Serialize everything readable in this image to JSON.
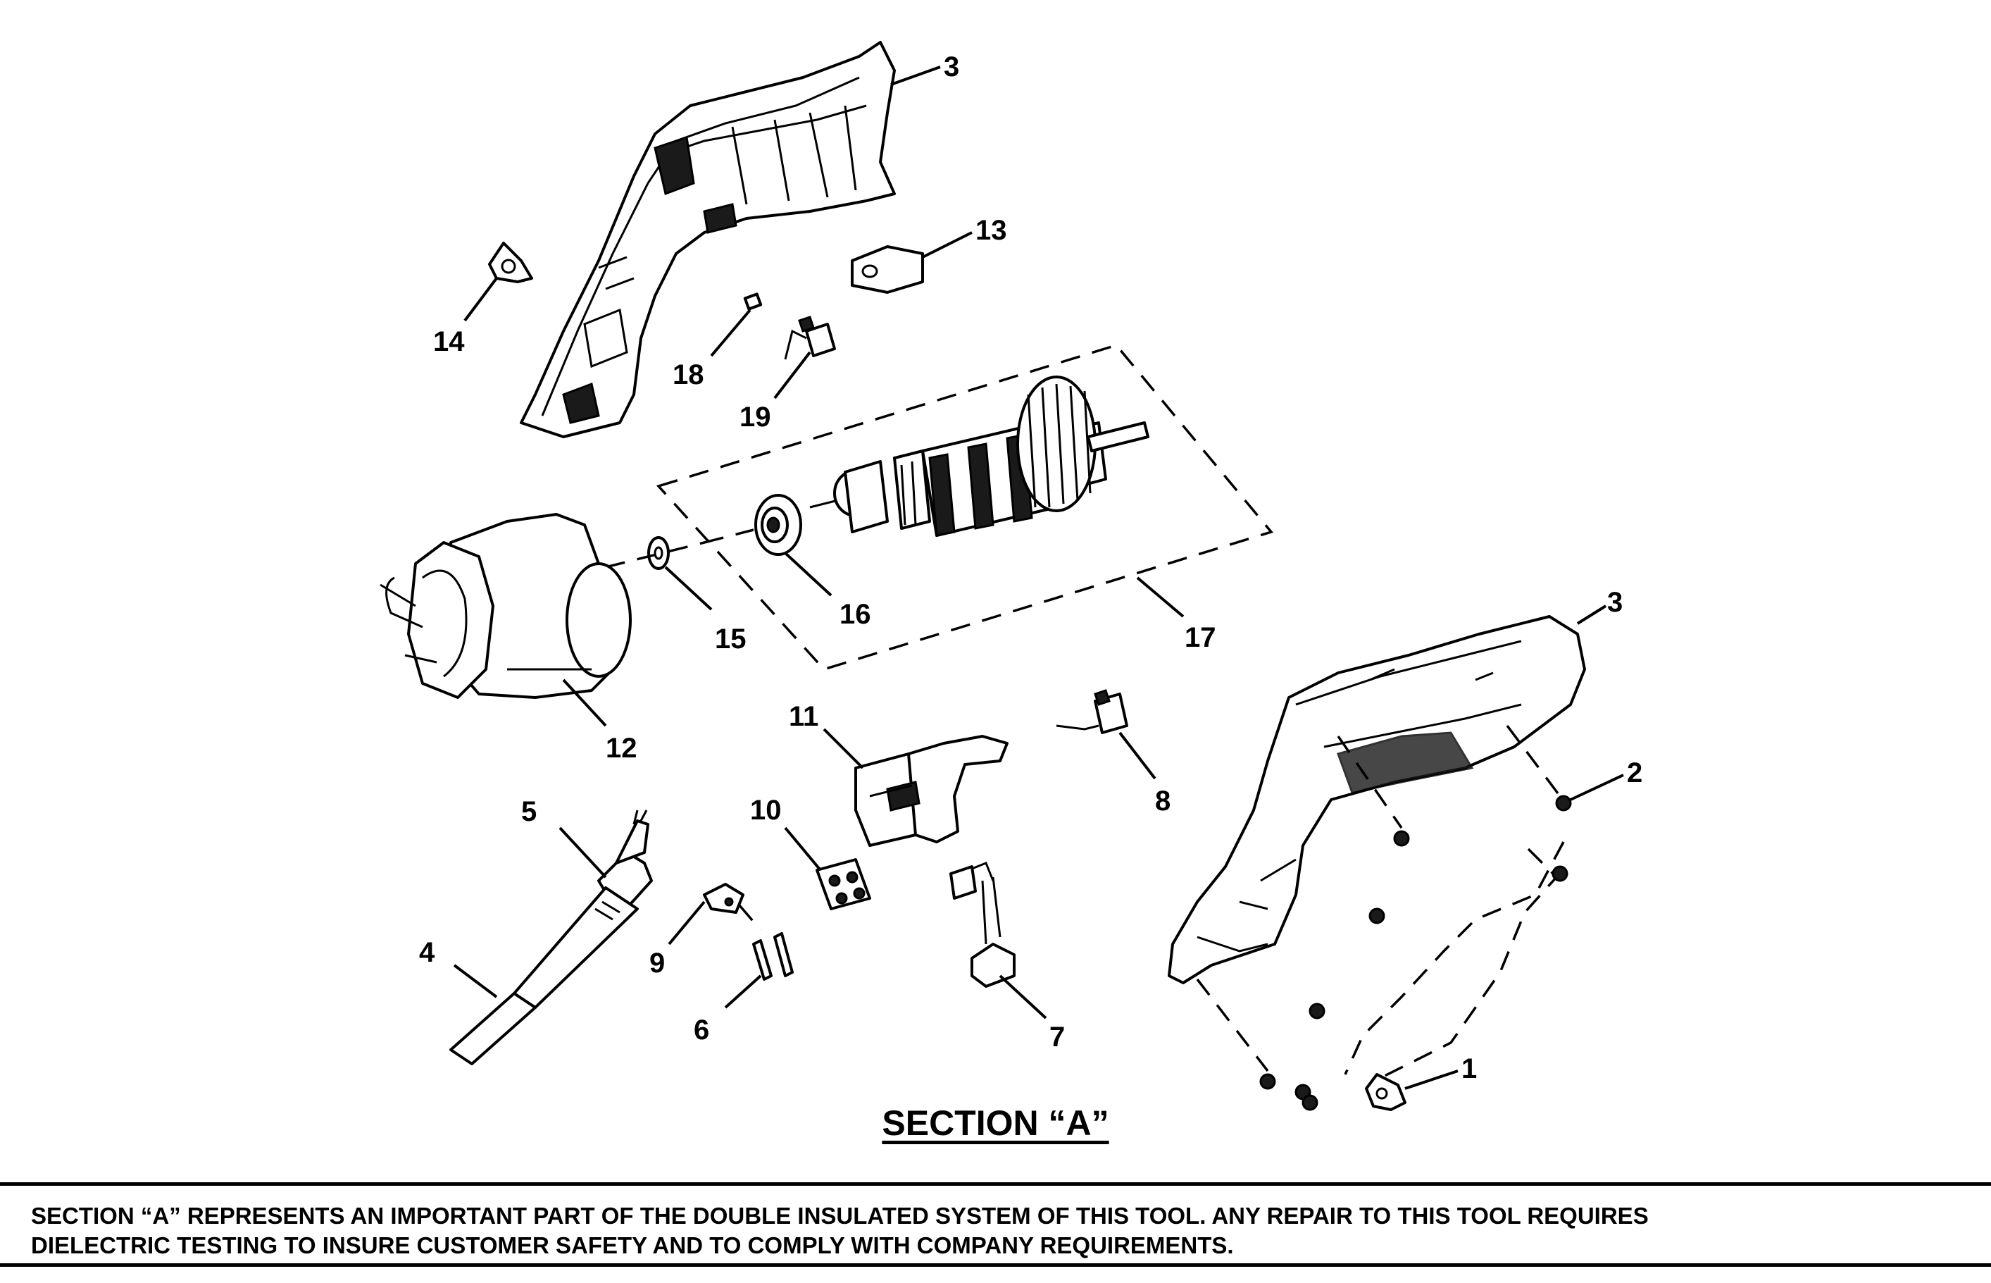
{
  "section_title": "SECTION “A”",
  "notice": {
    "line1": "SECTION “A” REPRESENTS AN IMPORTANT PART OF THE DOUBLE INSULATED SYSTEM OF THIS TOOL. ANY REPAIR TO THIS TOOL REQUIRES",
    "line2": "DIELECTRIC TESTING TO INSURE CUSTOMER SAFETY AND TO COMPLY WITH COMPANY REQUIREMENTS."
  },
  "callouts": {
    "p1": "1",
    "p2": "2",
    "p3_top": "3",
    "p3_bottom": "3",
    "p4": "4",
    "p5": "5",
    "p6": "6",
    "p7": "7",
    "p8": "8",
    "p9": "9",
    "p10": "10",
    "p11": "11",
    "p12": "12",
    "p13": "13",
    "p14": "14",
    "p15": "15",
    "p16": "16",
    "p17": "17",
    "p18": "18",
    "p19": "19"
  }
}
